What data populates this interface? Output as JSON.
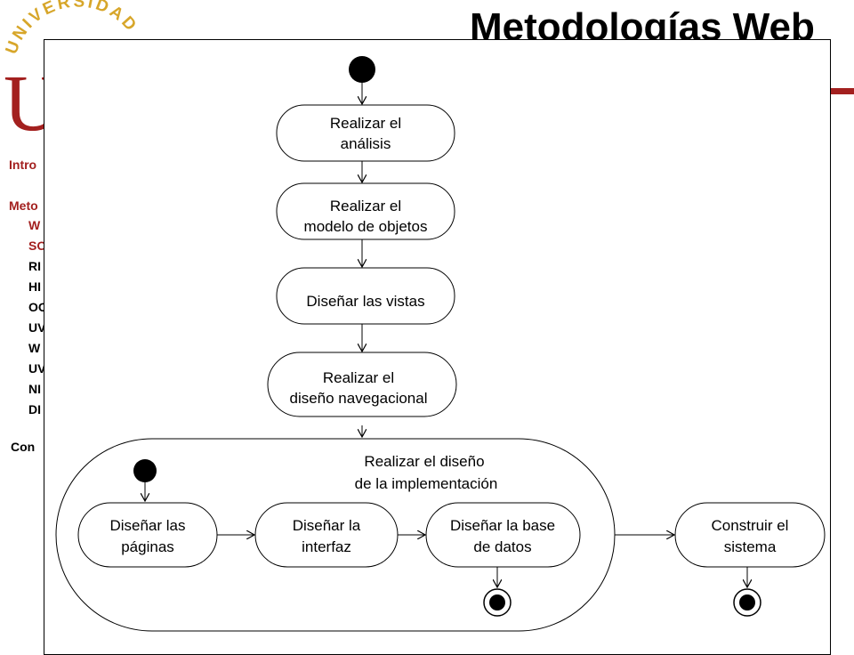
{
  "slide": {
    "title": "Metodologías Web",
    "logo_text": "UNIVERSIDAD DE",
    "logo_letter": "U"
  },
  "side_menu": {
    "items": [
      "Intro",
      "Meto",
      "W",
      "SO",
      "RI",
      "HI",
      "OO",
      "UV",
      "W",
      "UV",
      "NI",
      "DI",
      "Con"
    ]
  },
  "diagram": {
    "nodes": {
      "analysis": [
        "Realizar el",
        "análisis"
      ],
      "object_model": [
        "Realizar el",
        "modelo de objetos"
      ],
      "views": [
        "Diseñar las vistas"
      ],
      "navigation": [
        "Realizar el",
        "diseño navegacional"
      ],
      "implementation": [
        "Realizar el diseño",
        "de la implementación"
      ],
      "pages": [
        "Diseñar las",
        "páginas"
      ],
      "interface": [
        "Diseñar la",
        "interfaz"
      ],
      "database": [
        "Diseñar la base",
        "de datos"
      ],
      "build": [
        "Construir el",
        "sistema"
      ]
    }
  },
  "colors": {
    "brand_red": "#a3201f",
    "menu_red": "#a3201f",
    "logo_gold": "#d7a62a",
    "line": "#000000"
  }
}
